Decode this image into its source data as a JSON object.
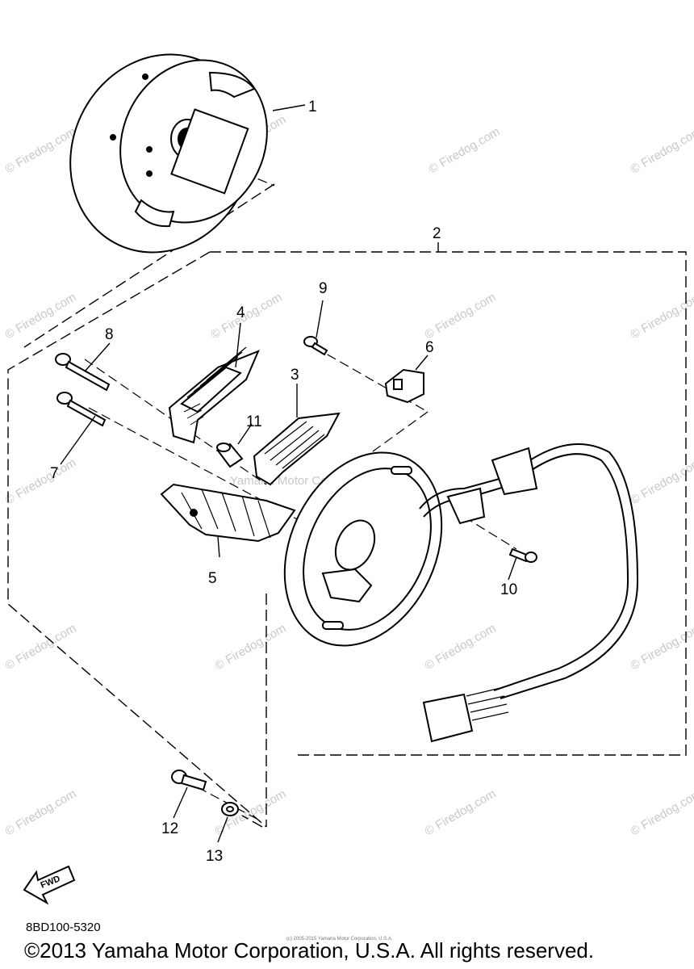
{
  "callouts": [
    "1",
    "2",
    "3",
    "4",
    "5",
    "6",
    "7",
    "8",
    "9",
    "10",
    "11",
    "12",
    "13"
  ],
  "watermark": "© Firedog.com",
  "center_watermark": "Yamaha Motor Corp., U.S.A.",
  "fwd_label": "FWD",
  "diagram_code": "8BD100-5320",
  "small_credit": "(c) 2005-2015 Yamaha Motor Corporation, U.S.A.",
  "copyright": "©2013 Yamaha Motor Corporation, U.S.A. All rights reserved.",
  "icons": [
    "fwd-arrow-icon"
  ],
  "colors": {
    "line": "#000000",
    "watermark": "#c8c8c8"
  }
}
